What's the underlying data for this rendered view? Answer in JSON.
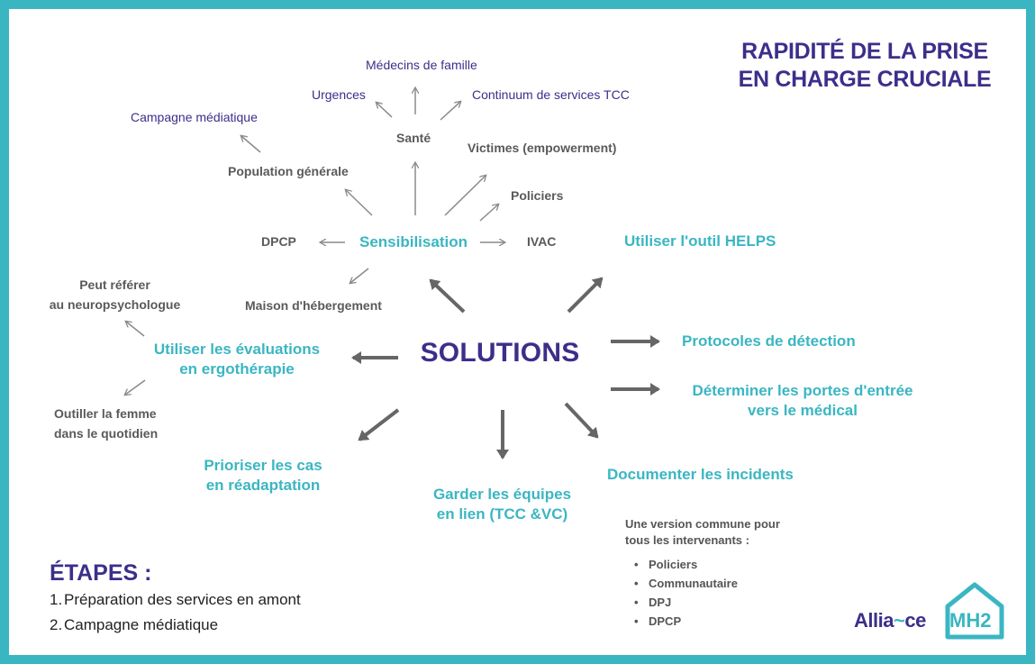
{
  "headline": {
    "line1": "RAPIDITÉ DE LA PRISE",
    "line2": "EN CHARGE CRUCIALE"
  },
  "center": "SOLUTIONS",
  "solutions": {
    "helps": "Utiliser l'outil HELPS",
    "protocoles": "Protocoles de détection",
    "portes_line1": "Déterminer les portes d'entrée",
    "portes_line2": "vers le médical",
    "documenter": "Documenter les incidents",
    "garder_line1": "Garder les équipes",
    "garder_line2": "en lien (TCC &VC)",
    "prioriser_line1": "Prioriser les cas",
    "prioriser_line2": "en réadaptation",
    "evaluations_line1": "Utiliser les évaluations",
    "evaluations_line2": "en ergothérapie",
    "sensibilisation": "Sensibilisation"
  },
  "sensibilisation_targets": {
    "dpcp": "DPCP",
    "ivac": "IVAC",
    "maison": "Maison d'hébergement",
    "population": "Population générale",
    "sante": "Santé",
    "victimes": "Victimes (empowerment)",
    "policiers": "Policiers"
  },
  "population_targets": {
    "campagne": "Campagne médiatique"
  },
  "sante_targets": {
    "urgences": "Urgences",
    "medecins": "Médecins de famille",
    "continuum": "Continuum de services TCC"
  },
  "evaluations_targets": {
    "referer_line1": "Peut référer",
    "referer_line2": "au neuropsychologue",
    "outiller_line1": "Outiller la femme",
    "outiller_line2": "dans le quotidien"
  },
  "common_version": {
    "intro_line1": "Une version commune pour",
    "intro_line2": "tous les intervenants :",
    "items": [
      "Policiers",
      "Communautaire",
      "DPJ",
      "DPCP"
    ]
  },
  "etapes": {
    "title": "ÉTAPES :",
    "steps": [
      {
        "num": "1.",
        "label": "Préparation des services en amont"
      },
      {
        "num": "2.",
        "label": "Campagne médiatique"
      }
    ]
  },
  "logo": {
    "word_part1": "Allia",
    "word_part2": "ce",
    "mark": "MH2"
  },
  "colors": {
    "teal": "#3ab6c2",
    "purple": "#3b2f8a",
    "gray_text": "#5a5a5a",
    "thick_arrow": "#666666",
    "thin_arrow": "#8a8a8a"
  }
}
